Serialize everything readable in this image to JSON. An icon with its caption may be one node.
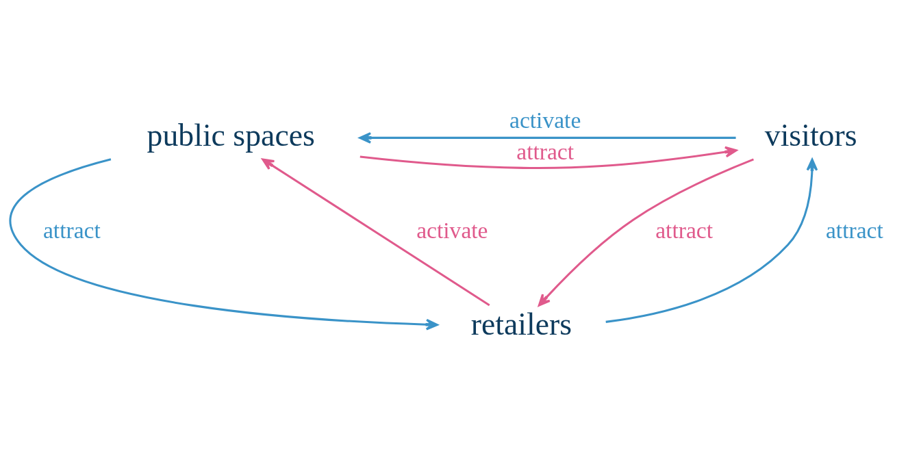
{
  "diagram": {
    "nodes": [
      {
        "text": [
          "public spaces"
        ]
      },
      {
        "text": [
          "visitors"
        ]
      },
      {
        "text": [
          "retailers"
        ]
      }
    ],
    "edges": [
      {
        "from": 0,
        "to": 1,
        "arrow": "to",
        "label": "attract",
        "color": "#e05a8c"
      },
      {
        "from": 1,
        "to": 0,
        "arrow": "to",
        "label": "activate",
        "color": "#3a93c8"
      },
      {
        "from": 0,
        "to": 2,
        "arrow": "to",
        "label": "attract",
        "color": "#3a93c8"
      },
      {
        "from": 2,
        "to": 0,
        "arrow": "to",
        "label": "activate",
        "color": "#e05a8c"
      },
      {
        "from": 2,
        "to": 1,
        "arrow": "to",
        "label": "attract",
        "color": "#3a93c8"
      },
      {
        "from": 1,
        "to": 2,
        "arrow": "to",
        "label": "attract",
        "color": "#e05a8c"
      }
    ]
  }
}
